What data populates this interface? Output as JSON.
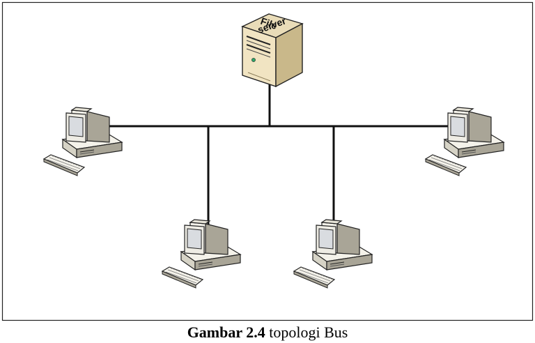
{
  "diagram": {
    "server_label_line1": "File",
    "server_label_line2": "server",
    "caption_bold": "Gambar 2.4",
    "caption_text": " topologi Bus"
  },
  "colors": {
    "frame": "#222222",
    "bus_line": "#111111",
    "case_light": "#f4f2ea",
    "case_mid": "#d6d3c6",
    "case_dark": "#a9a597",
    "server_front": "#f1e4c2",
    "server_side": "#c9b88a",
    "screen": "#d9dce0",
    "led": "#2fa86a"
  },
  "icons": {
    "server": "file-server-icon",
    "workstation": "desktop-computer-icon"
  }
}
